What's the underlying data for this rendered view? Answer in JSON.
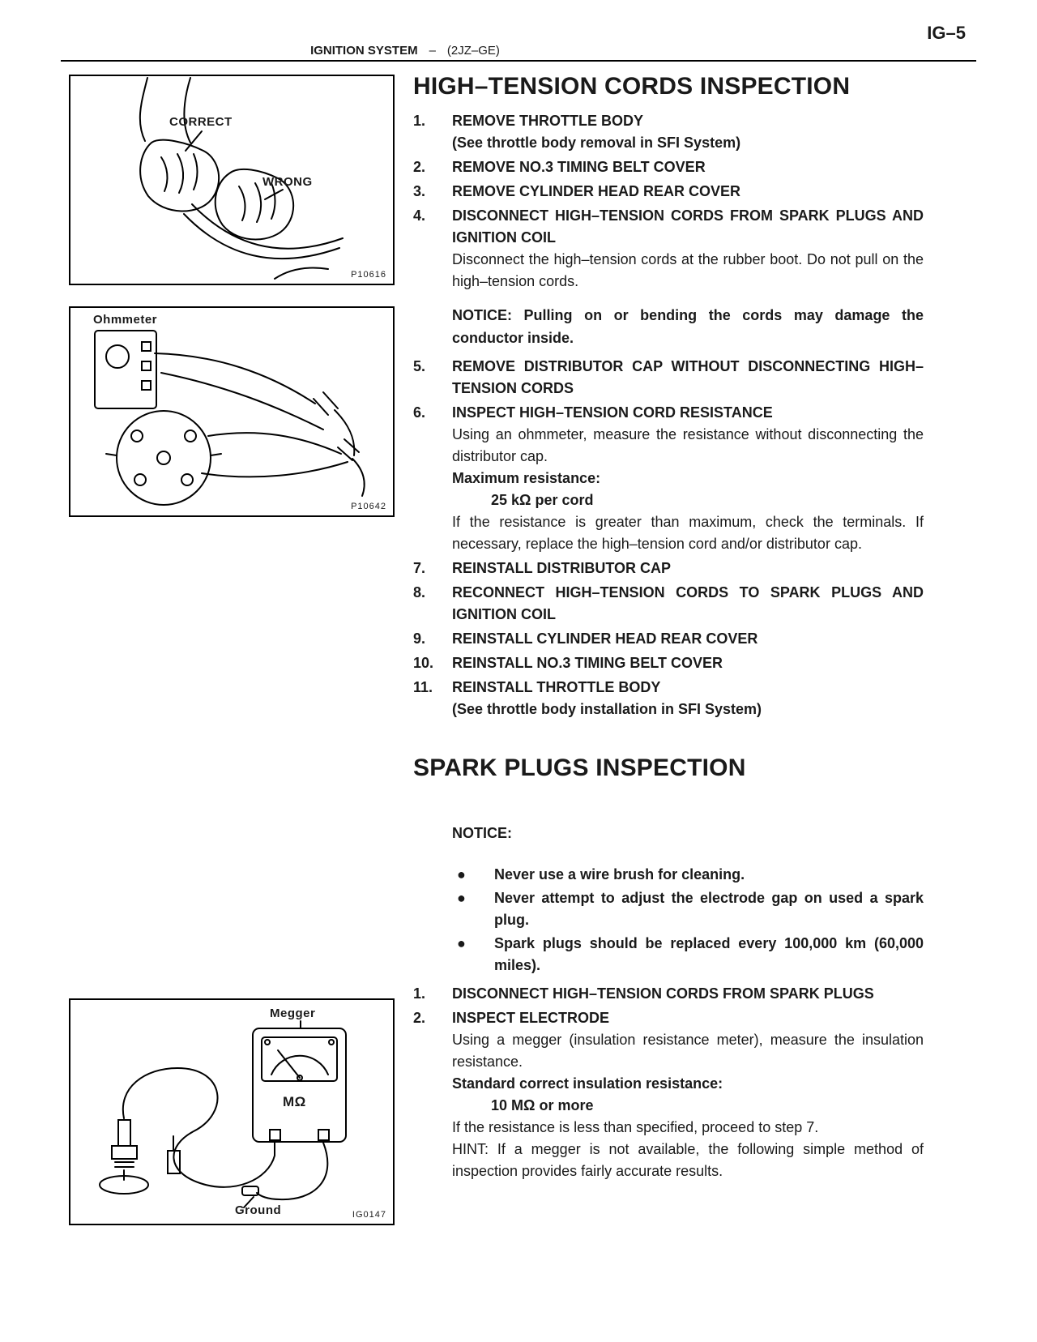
{
  "page": {
    "code": "IG–5",
    "header_left": "IGNITION SYSTEM",
    "header_mid": "–",
    "header_right": "(2JZ–GE)"
  },
  "figures": {
    "fig1": {
      "label_correct": "CORRECT",
      "label_wrong": "WRONG",
      "code": "P10616"
    },
    "fig2": {
      "label": "Ohmmeter",
      "code": "P10642"
    },
    "fig3": {
      "label": "Megger",
      "meter_text": "MΩ",
      "label_ground": "Ground",
      "code": "IG0147"
    }
  },
  "section1": {
    "title": "HIGH–TENSION CORDS INSPECTION",
    "steps": [
      {
        "num": "1.",
        "heading": "REMOVE THROTTLE BODY",
        "body": [
          {
            "t": "(See throttle body removal in SFI System)",
            "s": "bold"
          }
        ]
      },
      {
        "num": "2.",
        "heading": "REMOVE NO.3 TIMING BELT COVER",
        "body": []
      },
      {
        "num": "3.",
        "heading": "REMOVE CYLINDER HEAD REAR COVER",
        "body": []
      },
      {
        "num": "4.",
        "heading": "DISCONNECT HIGH–TENSION CORDS FROM SPARK PLUGS AND IGNITION COIL",
        "body": [
          {
            "t": "Disconnect the high–tension cords at the rubber boot.  Do not pull on the high–tension cords.",
            "s": "plain"
          },
          {
            "t": "NOTICE: Pulling on or bending the cords may damage the conductor inside.",
            "s": "notice"
          }
        ]
      },
      {
        "num": "5.",
        "heading": "REMOVE DISTRIBUTOR CAP WITHOUT DISCONNECTING HIGH–TENSION CORDS",
        "body": []
      },
      {
        "num": "6.",
        "heading": "INSPECT HIGH–TENSION CORD RESISTANCE",
        "body": [
          {
            "t": "Using an ohmmeter, measure the resistance without disconnecting the distributor cap.",
            "s": "plain"
          },
          {
            "t": "Maximum resistance:",
            "s": "bold"
          },
          {
            "t": "25 kΩ per cord",
            "s": "bold-indent"
          },
          {
            "t": "If the resistance is greater than maximum, check the terminals. If necessary, replace the high–tension cord and/or distributor cap.",
            "s": "plain"
          }
        ]
      },
      {
        "num": "7.",
        "heading": "REINSTALL DISTRIBUTOR CAP",
        "body": []
      },
      {
        "num": "8.",
        "heading": "RECONNECT HIGH–TENSION CORDS TO SPARK PLUGS AND IGNITION COIL",
        "body": []
      },
      {
        "num": "9.",
        "heading": "REINSTALL CYLINDER HEAD REAR COVER",
        "body": []
      },
      {
        "num": "10.",
        "heading": "REINSTALL NO.3 TIMING BELT COVER",
        "body": []
      },
      {
        "num": "11.",
        "heading": "REINSTALL THROTTLE BODY",
        "body": [
          {
            "t": "(See throttle body installation in SFI System)",
            "s": "bold"
          }
        ]
      }
    ]
  },
  "section2": {
    "title": "SPARK PLUGS INSPECTION",
    "notice_label": "NOTICE:",
    "bullets": [
      "Never use a wire brush for cleaning.",
      "Never attempt to adjust the electrode gap on used a spark plug.",
      "Spark plugs should be replaced every 100,000 km (60,000 miles)."
    ],
    "steps": [
      {
        "num": "1.",
        "heading": "DISCONNECT HIGH–TENSION CORDS FROM SPARK PLUGS",
        "body": []
      },
      {
        "num": "2.",
        "heading": "INSPECT ELECTRODE",
        "body": [
          {
            "t": "Using a megger (insulation resistance meter), measure the insulation resistance.",
            "s": "plain"
          },
          {
            "t": "Standard correct insulation resistance:",
            "s": "bold"
          },
          {
            "t": "10 MΩ or more",
            "s": "bold-indent"
          },
          {
            "t": "If the resistance is less than specified, proceed to step 7.",
            "s": "plain"
          },
          {
            "t": "HINT: If a megger is not available, the following simple method of inspection provides fairly accurate results.",
            "s": "plain"
          }
        ]
      }
    ]
  }
}
